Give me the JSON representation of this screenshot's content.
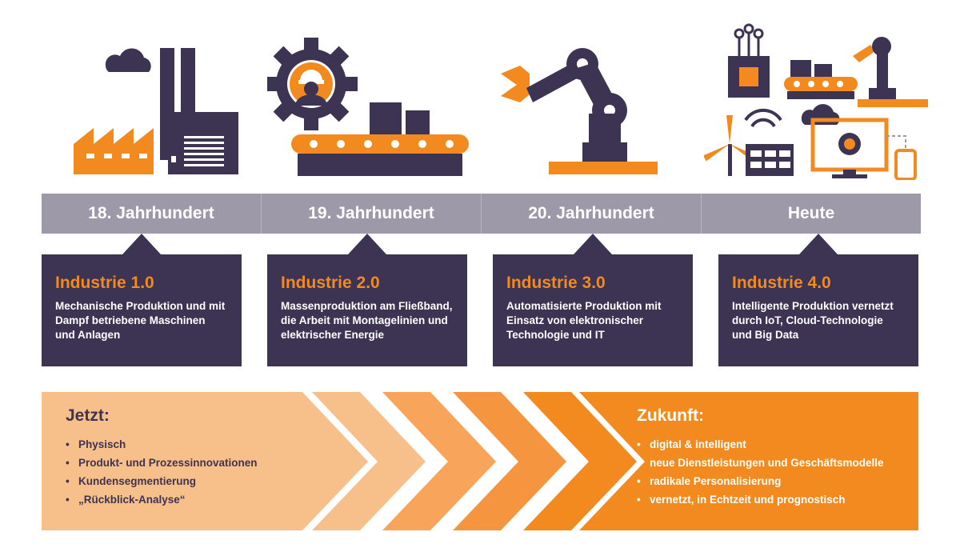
{
  "colors": {
    "orange": "#f28a1f",
    "light_orange": "#f7c08b",
    "purple": "#3d3352",
    "gray": "#9d99a8",
    "white": "#ffffff"
  },
  "eras": [
    {
      "period": "18. Jahrhundert",
      "title": "Industrie 1.0",
      "description": "Mechanische Produktion und mit Dampf betriebene Maschinen und Anlagen",
      "icon": "factory-icon"
    },
    {
      "period": "19. Jahrhundert",
      "title": "Industrie 2.0",
      "description": "Massenproduktion am Fließband, die Arbeit mit Montagelinien und elektrischer Energie",
      "icon": "assembly-line-icon"
    },
    {
      "period": "20. Jahrhundert",
      "title": "Industrie 3.0",
      "description": "Automatisierte Produktion mit Einsatz von elektronischer Technologie und IT",
      "icon": "robot-arm-icon"
    },
    {
      "period": "Heute",
      "title": "Industrie 4.0",
      "description": "Intelligente Produktion vernetzt durch IoT, Cloud-Technologie und Big Data",
      "icon": "smart-factory-icon"
    }
  ],
  "now": {
    "title": "Jetzt:",
    "items": [
      "Physisch",
      "Produkt- und Prozessinnovationen",
      "Kundensegmentierung",
      "„Rückblick-Analyse“"
    ]
  },
  "future": {
    "title": "Zukunft:",
    "items": [
      "digital & intelligent",
      "neue Dienstleistungen und Geschäftsmodelle",
      "radikale Personalisierung",
      "vernetzt, in Echtzeit und prognostisch"
    ]
  }
}
